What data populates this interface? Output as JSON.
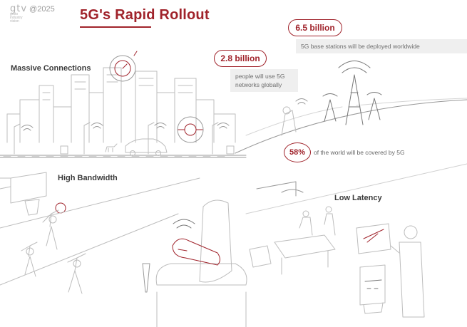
{
  "logo": {
    "mark": "gtv",
    "year": "@2025",
    "sub_lines": [
      "gotto",
      "industry",
      "vision"
    ]
  },
  "title": "5G's Rapid Rollout",
  "sections": {
    "massive": "Massive Connections",
    "bandwidth": "High Bandwidth",
    "latency": "Low Latency"
  },
  "stats": [
    {
      "value": "6.5 billion",
      "text": "5G base stations will be deployed worldwide"
    },
    {
      "value": "2.8 billion",
      "lines": [
        "people will use 5G",
        "networks globally"
      ]
    },
    {
      "value": "58%",
      "text": "of the world will be covered by 5G"
    }
  ],
  "colors": {
    "accent": "#a0232b",
    "line": "#b9b9b9",
    "panel": "#efefef"
  },
  "icons": [
    "gauge-icon",
    "water-meter-icon",
    "cell-tower-icon",
    "wifi-signal-icon",
    "vr-headset-icon",
    "car-icon",
    "basketball-hoop-icon",
    "surgical-robot-icon"
  ]
}
